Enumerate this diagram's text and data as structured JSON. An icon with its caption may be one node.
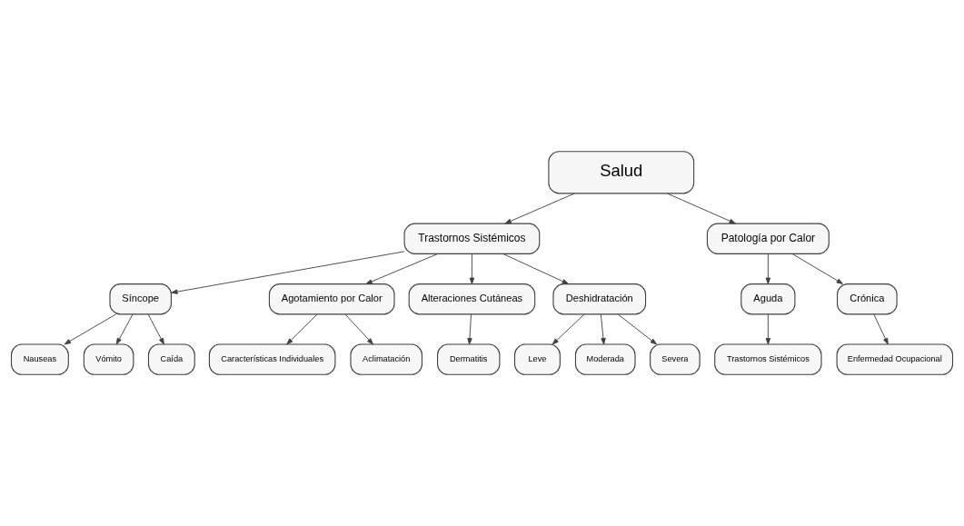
{
  "diagram": {
    "nodes": [
      {
        "text": [
          "Salud"
        ]
      },
      {
        "text": [
          "Trastornos Sistémicos"
        ]
      },
      {
        "text": [
          "Patología por Calor"
        ]
      },
      {
        "text": [
          "Síncope"
        ]
      },
      {
        "text": [
          "Nauseas"
        ]
      },
      {
        "text": [
          "Vómito"
        ]
      },
      {
        "text": [
          "Caída"
        ]
      },
      {
        "text": [
          "Agotamiento por Calor"
        ]
      },
      {
        "text": [
          "Características Individuales"
        ]
      },
      {
        "text": [
          "Aclimatación"
        ]
      },
      {
        "text": [
          "Alteraciones Cutáneas"
        ]
      },
      {
        "text": [
          "Dermatitis"
        ]
      },
      {
        "text": [
          "Deshidratación"
        ]
      },
      {
        "text": [
          "Leve"
        ]
      },
      {
        "text": [
          "Moderada"
        ]
      },
      {
        "text": [
          "Severa"
        ]
      },
      {
        "text": [
          "Aguda"
        ]
      },
      {
        "text": [
          "Trastornos Sistémicos"
        ]
      },
      {
        "text": [
          "Crónica"
        ]
      },
      {
        "text": [
          "Enfermedad Ocupacional"
        ]
      }
    ],
    "edges": [
      {
        "from": 0,
        "to": 1,
        "arrow": "to"
      },
      {
        "from": 0,
        "to": 2,
        "arrow": "to"
      },
      {
        "from": 1,
        "to": 3,
        "arrow": "to"
      },
      {
        "from": 1,
        "to": 7,
        "arrow": "to"
      },
      {
        "from": 1,
        "to": 10,
        "arrow": "to"
      },
      {
        "from": 1,
        "to": 12,
        "arrow": "to"
      },
      {
        "from": 3,
        "to": 4,
        "arrow": "to"
      },
      {
        "from": 3,
        "to": 5,
        "arrow": "to"
      },
      {
        "from": 3,
        "to": 6,
        "arrow": "to"
      },
      {
        "from": 7,
        "to": 8,
        "arrow": "to"
      },
      {
        "from": 7,
        "to": 9,
        "arrow": "to"
      },
      {
        "from": 10,
        "to": 11,
        "arrow": "to"
      },
      {
        "from": 12,
        "to": 13,
        "arrow": "to"
      },
      {
        "from": 12,
        "to": 14,
        "arrow": "to"
      },
      {
        "from": 12,
        "to": 15,
        "arrow": "to"
      },
      {
        "from": 2,
        "to": 16,
        "arrow": "to"
      },
      {
        "from": 2,
        "to": 18,
        "arrow": "to"
      },
      {
        "from": 16,
        "to": 17,
        "arrow": "to"
      },
      {
        "from": 18,
        "to": 19,
        "arrow": "to"
      }
    ]
  }
}
